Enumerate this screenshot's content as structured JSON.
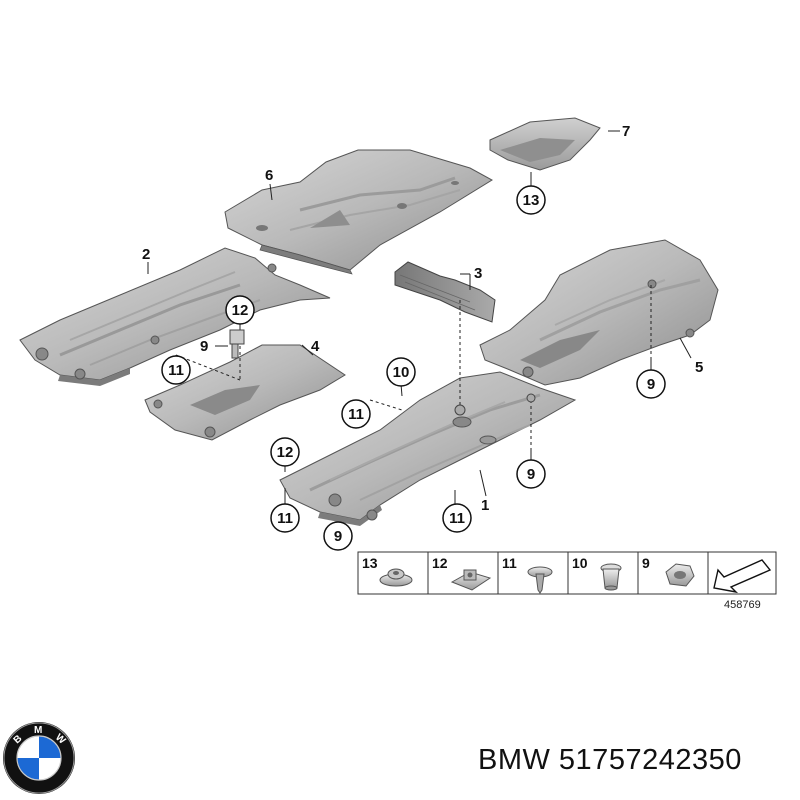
{
  "parts": [
    {
      "id": "shield-1",
      "label": "1"
    },
    {
      "id": "shield-2",
      "label": "2"
    },
    {
      "id": "insulation-3",
      "label": "3"
    },
    {
      "id": "shield-4",
      "label": "4"
    },
    {
      "id": "shield-5",
      "label": "5"
    },
    {
      "id": "shield-6",
      "label": "6"
    },
    {
      "id": "cover-7",
      "label": "7"
    }
  ],
  "circled_callouts": [
    "13",
    "12",
    "11",
    "10",
    "9"
  ],
  "legend": [
    {
      "label": "13",
      "icon": "flange-nut-icon"
    },
    {
      "label": "12",
      "icon": "clip-nut-icon"
    },
    {
      "label": "11",
      "icon": "expanding-rivet-icon"
    },
    {
      "label": "10",
      "icon": "plastic-nut-icon"
    },
    {
      "label": "9",
      "icon": "hex-nut-icon"
    },
    {
      "label": "",
      "icon": "direction-arrow-icon"
    }
  ],
  "reference_number": "458769",
  "brand_caption": "BMW 51757242350",
  "logo": {
    "text": "BMW",
    "colors": {
      "blue": "#1c69d4",
      "ring": "#111111"
    }
  }
}
